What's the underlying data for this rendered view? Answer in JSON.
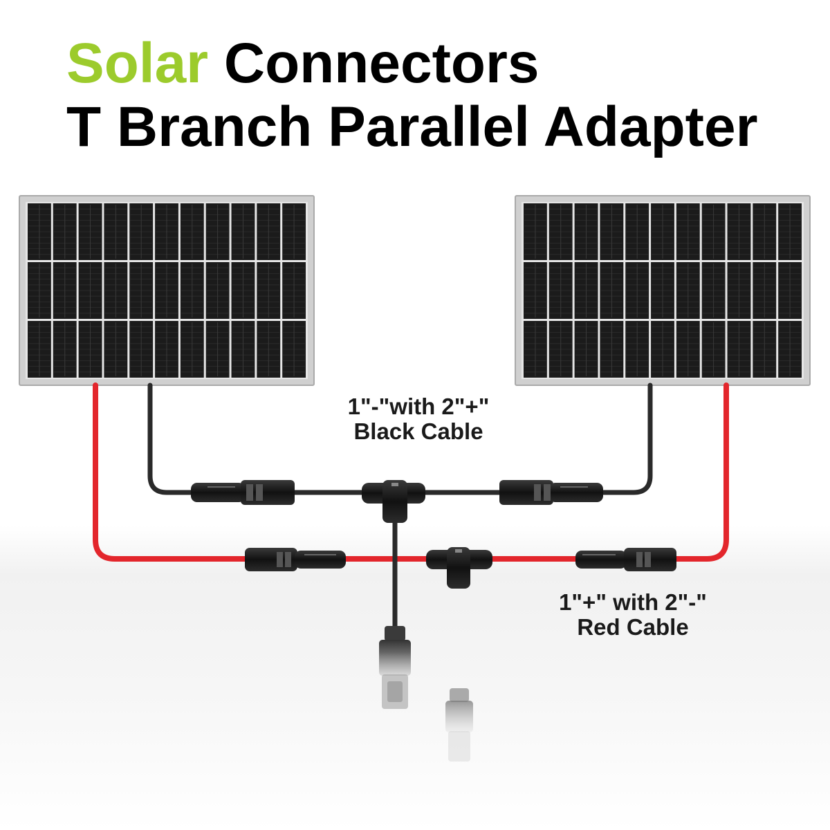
{
  "title": {
    "accent_word": "Solar",
    "line1_rest": " Connectors",
    "line2": "T Branch Parallel Adapter"
  },
  "callouts": {
    "black_cable": {
      "line1": "1\"-\"with 2\"+\"",
      "line2": "Black Cable"
    },
    "red_cable": {
      "line1": "1\"+\" with 2\"-\"",
      "line2": "Red Cable"
    }
  },
  "colors": {
    "accent": "#9ccb2c",
    "title": "#000000",
    "red_cable": "#e3262c",
    "black_cable": "#2a2a2a",
    "panel_cell": "#1b1b1b",
    "panel_frame": "#c9c9c9"
  },
  "diagram": {
    "panels": 2,
    "panel_cell_columns": 11,
    "panel_cell_rows": 3
  }
}
